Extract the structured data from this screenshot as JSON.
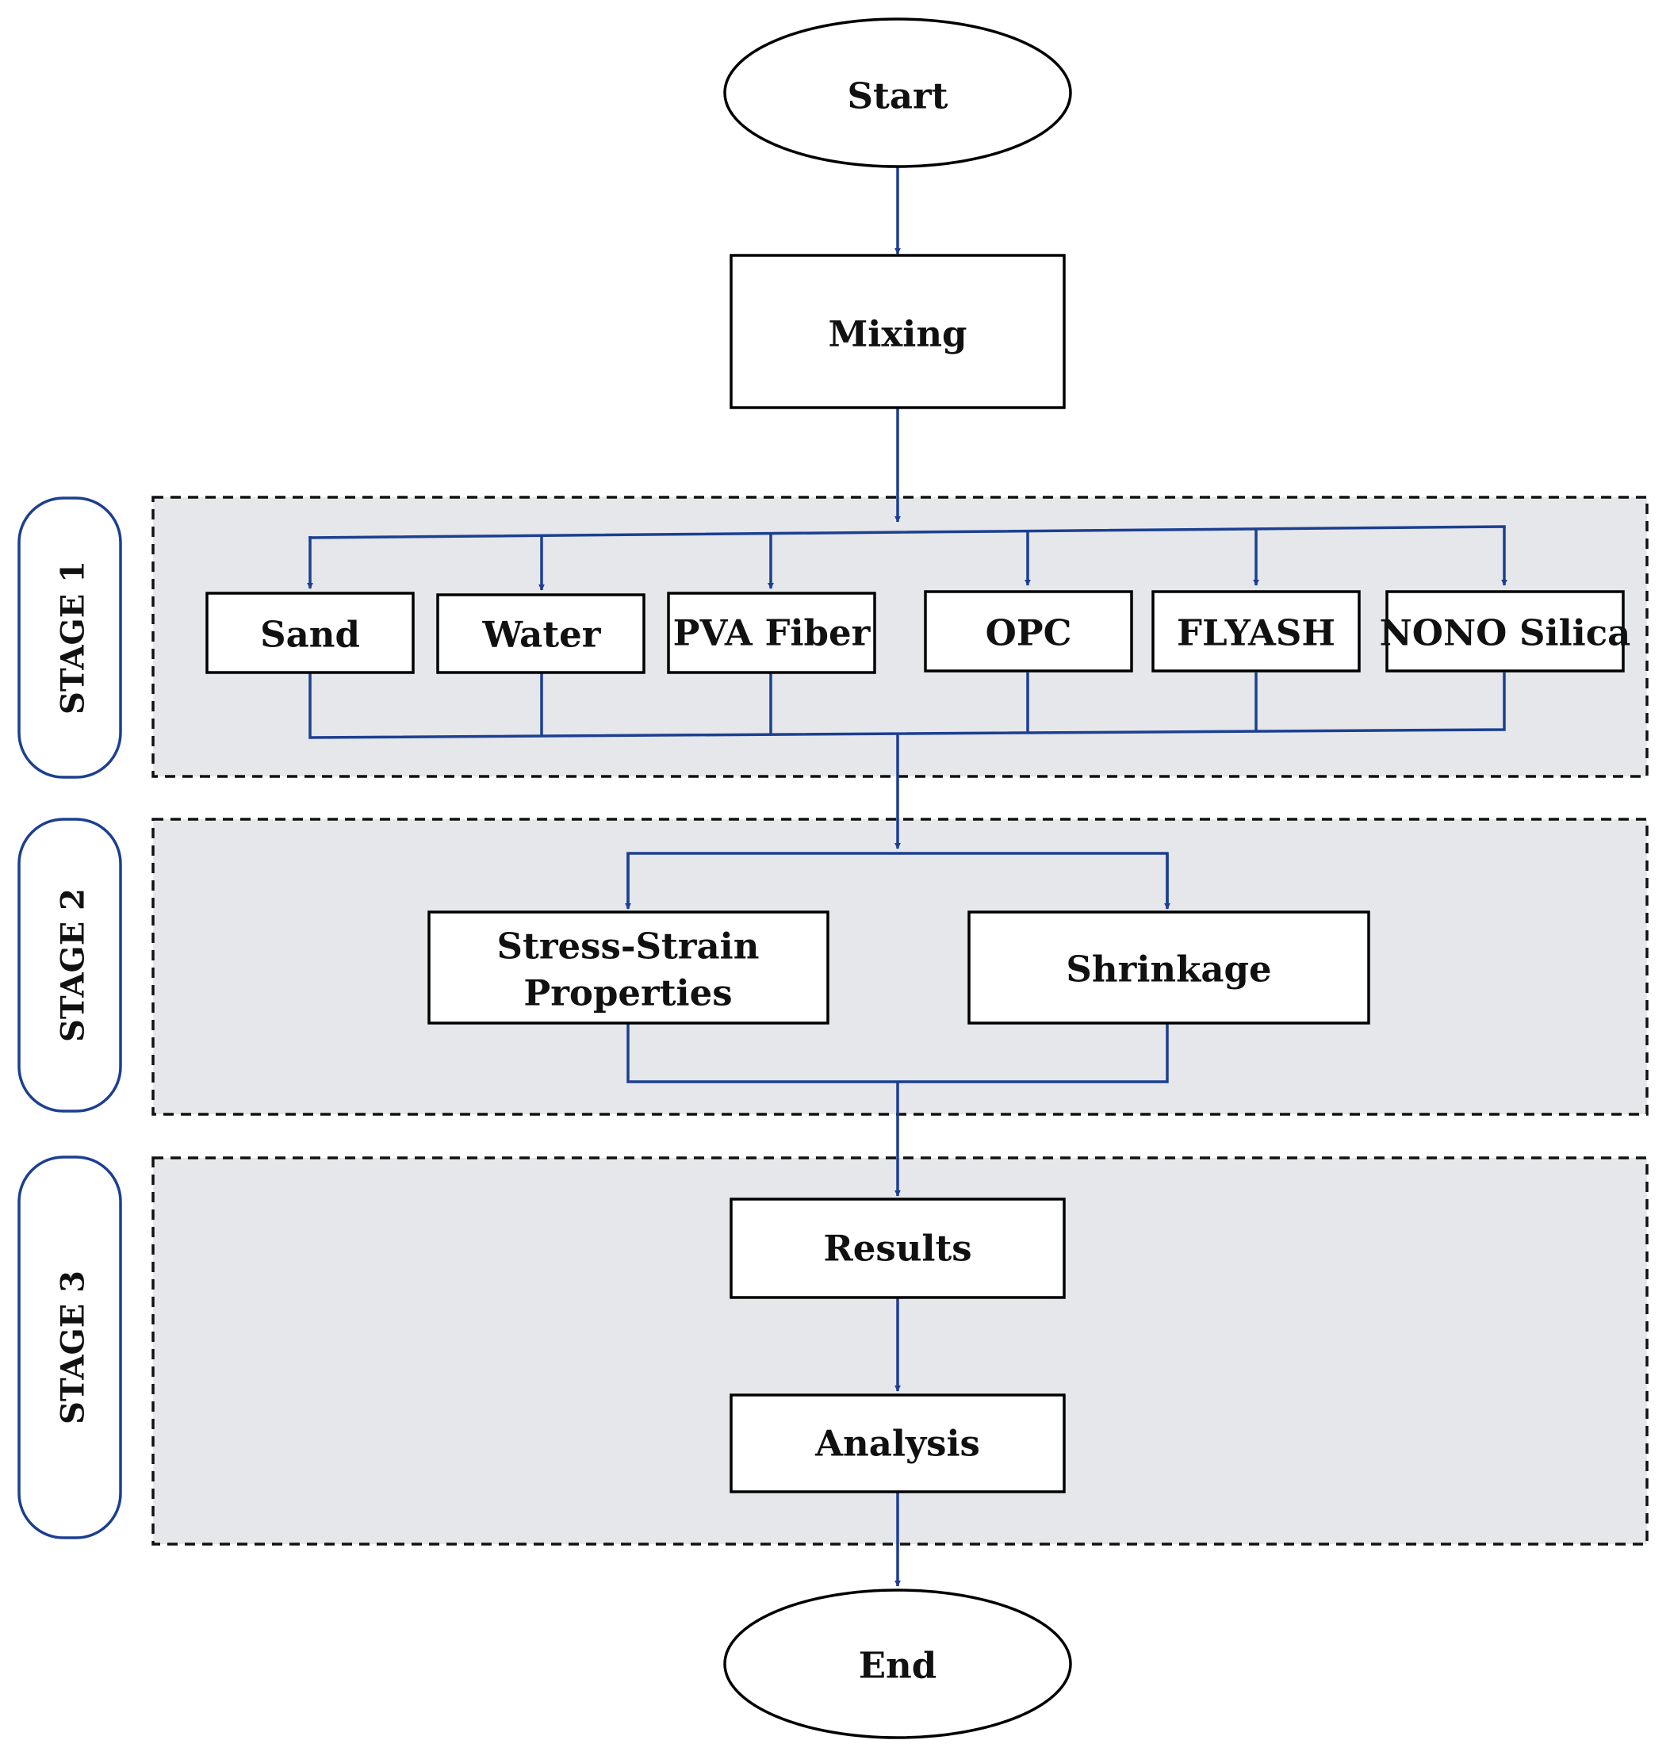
{
  "stages": [
    {
      "label": "STAGE 1"
    },
    {
      "label": "STAGE 2"
    },
    {
      "label": "STAGE 3"
    }
  ],
  "nodes": {
    "start": "Start",
    "mixing": "Mixing",
    "materials": [
      "Sand",
      "Water",
      "PVA Fiber",
      "OPC",
      "FLYASH",
      "NONO Silica"
    ],
    "tests": [
      {
        "lines": [
          "Stress-Strain",
          "Properties"
        ]
      },
      {
        "lines": [
          "Shrinkage"
        ]
      }
    ],
    "results": "Results",
    "analysis": "Analysis",
    "end": "End"
  },
  "colors": {
    "connector": "#1c3f91",
    "stage_background": "#e5e7ea",
    "box_border": "#000000"
  }
}
